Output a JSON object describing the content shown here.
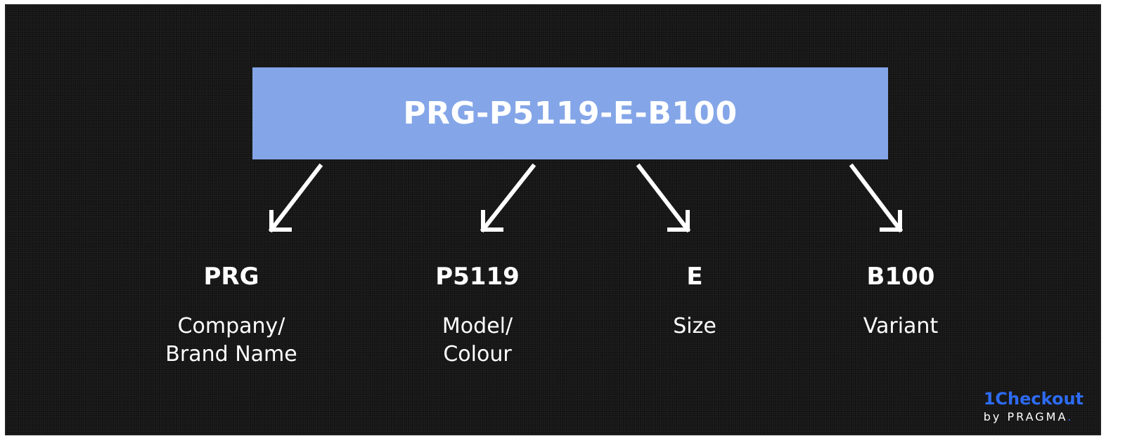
{
  "sku": "PRG-P5119-E-B100",
  "colors": {
    "background": "#151515",
    "box": "#84a6e8",
    "text": "#ffffff",
    "logo": "#2d6bf2"
  },
  "segments": [
    {
      "code": "PRG",
      "desc_lines": [
        "Company/",
        "Brand Name"
      ]
    },
    {
      "code": "P5119",
      "desc_lines": [
        "Model/",
        "Colour"
      ]
    },
    {
      "code": "E",
      "desc_lines": [
        "Size"
      ]
    },
    {
      "code": "B100",
      "desc_lines": [
        "Variant"
      ]
    }
  ],
  "logo": {
    "main": "1Checkout",
    "by": "by",
    "brand": "PRAGMA",
    "dot": "."
  }
}
